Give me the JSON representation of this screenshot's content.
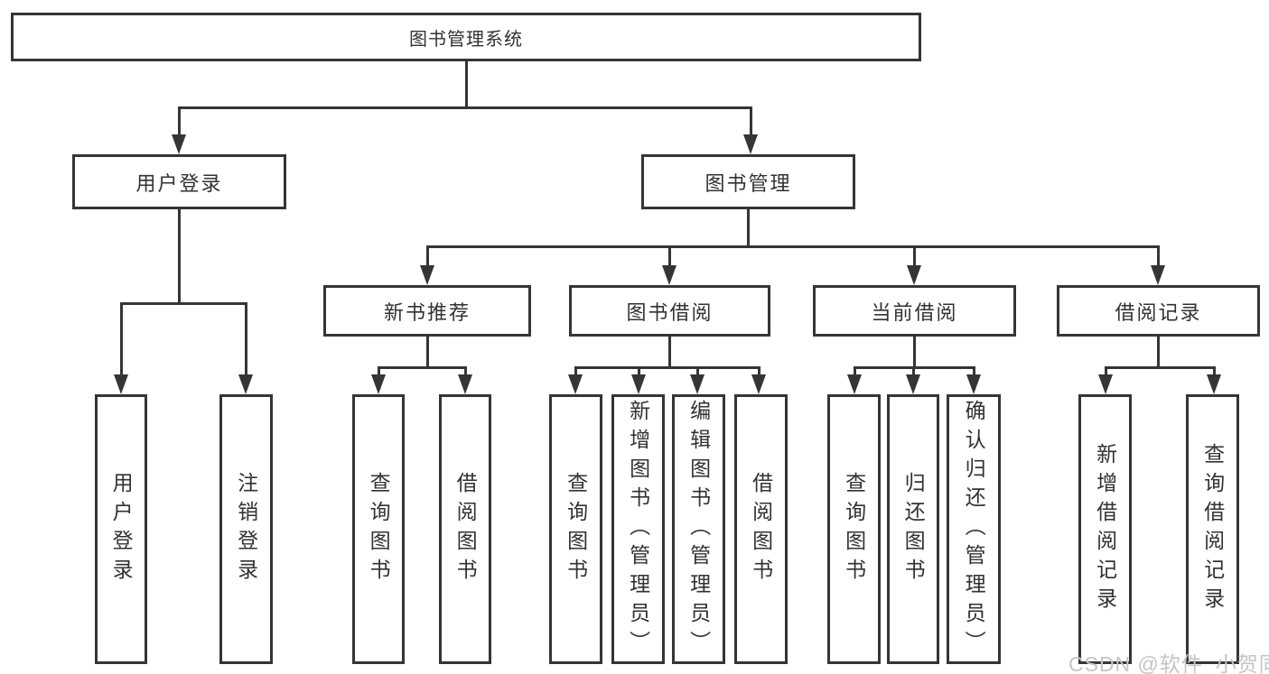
{
  "watermark": {
    "text": "CSDN @软件_小贺同学",
    "color": "#c5c5c5"
  },
  "colors": {
    "line": "#353535",
    "text": "#323232",
    "background": "#ffffff"
  },
  "diagram": {
    "type": "tree",
    "title": "图书管理系统",
    "nodes": {
      "root": {
        "label": "图书管理系统",
        "children": [
          "user_login_group",
          "book_mgmt"
        ]
      },
      "user_login_group": {
        "label": "用户登录",
        "children": [
          "user_login",
          "logout"
        ]
      },
      "book_mgmt": {
        "label": "图书管理",
        "children": [
          "new_book_rec",
          "book_borrow",
          "current_borrow",
          "borrow_records"
        ]
      },
      "new_book_rec": {
        "label": "新书推荐",
        "children": [
          "nb_query_book",
          "nb_borrow_book"
        ]
      },
      "book_borrow": {
        "label": "图书借阅",
        "children": [
          "bb_query_book",
          "bb_add_book",
          "bb_edit_book",
          "bb_borrow_book"
        ]
      },
      "current_borrow": {
        "label": "当前借阅",
        "children": [
          "cb_query_book",
          "cb_return_book",
          "cb_confirm_return"
        ]
      },
      "borrow_records": {
        "label": "借阅记录",
        "children": [
          "br_add_record",
          "br_query_record"
        ]
      },
      "user_login": {
        "label": "用户登录"
      },
      "logout": {
        "label": "注销登录"
      },
      "nb_query_book": {
        "label": "查询图书"
      },
      "nb_borrow_book": {
        "label": "借阅图书"
      },
      "bb_query_book": {
        "label": "查询图书"
      },
      "bb_add_book": {
        "label": "新增图书（管理员）"
      },
      "bb_edit_book": {
        "label": "编辑图书（管理员）"
      },
      "bb_borrow_book": {
        "label": "借阅图书"
      },
      "cb_query_book": {
        "label": "查询图书"
      },
      "cb_return_book": {
        "label": "归还图书"
      },
      "cb_confirm_return": {
        "label": "确认归还（管理员）"
      },
      "br_add_record": {
        "label": "新增借阅记录"
      },
      "br_query_record": {
        "label": "查询借阅记录"
      }
    }
  }
}
